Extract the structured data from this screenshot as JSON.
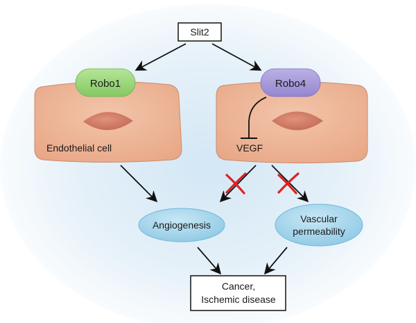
{
  "diagram": {
    "nodes": {
      "slit2": "Slit2",
      "robo1": "Robo1",
      "robo4": "Robo4",
      "endothelial_cell": "Endothelial cell",
      "vegf": "VEGF",
      "angiogenesis": "Angiogenesis",
      "vascular_permeability_line1": "Vascular",
      "vascular_permeability_line2": "permeability",
      "outcome_line1": "Cancer,",
      "outcome_line2": "Ischemic disease"
    },
    "edges": [
      {
        "from": "slit2",
        "to": "robo1",
        "type": "activates"
      },
      {
        "from": "slit2",
        "to": "robo4",
        "type": "activates"
      },
      {
        "from": "robo4",
        "to": "vegf",
        "type": "inhibits"
      },
      {
        "from": "endothelial_cell",
        "to": "angiogenesis",
        "type": "activates"
      },
      {
        "from": "vegf",
        "to": "angiogenesis",
        "type": "blocked"
      },
      {
        "from": "vegf",
        "to": "vascular_permeability",
        "type": "blocked"
      },
      {
        "from": "angiogenesis",
        "to": "outcome",
        "type": "activates"
      },
      {
        "from": "vascular_permeability",
        "to": "outcome",
        "type": "activates"
      }
    ],
    "colors": {
      "background_glow": "#dcecf7",
      "cell_fill": "#efb79a",
      "cell_stroke": "#c98a6c",
      "nucleus_fill": "#cf7a66",
      "robo1_fill": "#9fd87f",
      "robo4_fill": "#a79ad8",
      "ellipse_fill": "#a9d8ee",
      "ellipse_stroke": "#6fb6d8",
      "block_x": "#e02020",
      "arrow": "#111111"
    }
  }
}
